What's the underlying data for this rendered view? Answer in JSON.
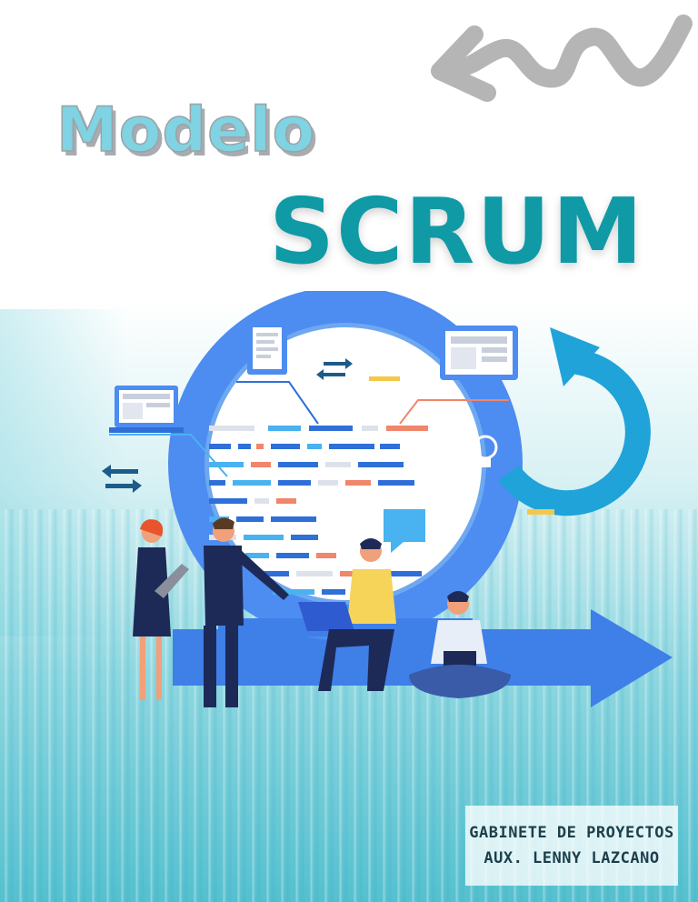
{
  "title": {
    "line1": "Modelo",
    "line2": "SCRUM"
  },
  "credits": {
    "line1": "GABINETE DE PROYECTOS",
    "line2": "AUX. LENNY LAZCANO"
  },
  "colors": {
    "title_light": "#7fd3e2",
    "title_dark": "#0f9aa6",
    "cycle_blue": "#3f7fe8",
    "arrow_cyan": "#1fa3d8",
    "squiggle_gray": "#b5b5b5",
    "background_teal": "#55c0cf"
  },
  "icons": [
    "curved-arrow-icon",
    "swap-arrows-icon",
    "lightbulb-icon",
    "document-icon",
    "monitor-icon",
    "chat-bubble-icon",
    "laptop-icon",
    "tablet-icon"
  ]
}
